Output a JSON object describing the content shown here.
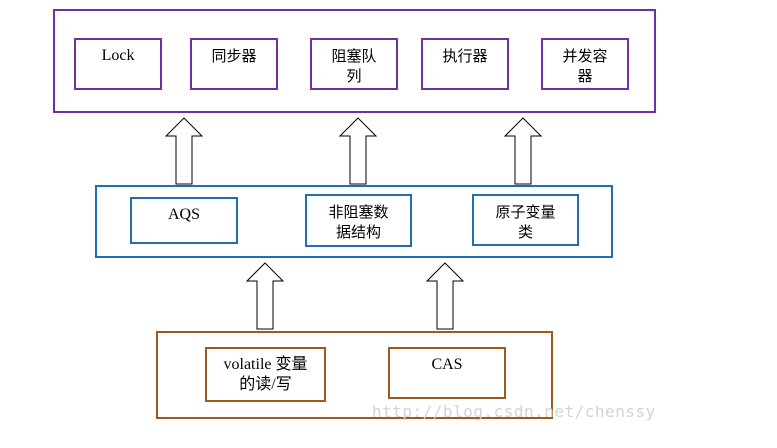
{
  "colors": {
    "top_layer": "#7030a0",
    "middle_layer": "#1f6fb2",
    "bottom_layer": "#9c5a1f",
    "watermark": "#d4d4d4"
  },
  "top_layer": {
    "boxes": [
      {
        "label": "Lock"
      },
      {
        "label": "同步器"
      },
      {
        "label": "阻塞队\n列"
      },
      {
        "label": "执行器"
      },
      {
        "label": "并发容\n器"
      }
    ]
  },
  "middle_layer": {
    "boxes": [
      {
        "label": "AQS"
      },
      {
        "label": "非阻塞数\n据结构"
      },
      {
        "label": "原子变量\n类"
      }
    ]
  },
  "bottom_layer": {
    "boxes": [
      {
        "label": "volatile 变量\n的读/写"
      },
      {
        "label": "CAS"
      }
    ]
  },
  "watermark": "http://blog.csdn.net/chenssy"
}
